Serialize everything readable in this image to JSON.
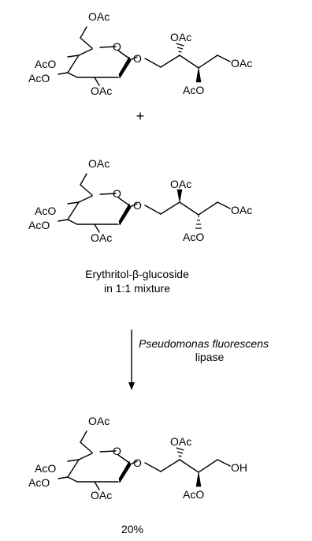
{
  "molecules": [
    {
      "labels": {
        "oac_ch2": "OAc",
        "ring_o": "O",
        "aco_c4": "AcO",
        "aco_c3": "AcO",
        "oac_c2": "OAc",
        "glyc_o": "O",
        "oac_c2p": "OAc",
        "oac_c4p": "OAc",
        "aco_c3p": "AcO"
      }
    },
    {
      "labels": {
        "oac_ch2": "OAc",
        "ring_o": "O",
        "aco_c4": "AcO",
        "aco_c3": "AcO",
        "oac_c2": "OAc",
        "glyc_o": "O",
        "oac_c2p": "OAc",
        "oac_c4p": "OAc",
        "aco_c3p": "AcO"
      }
    },
    {
      "labels": {
        "oac_ch2": "OAc",
        "ring_o": "O",
        "aco_c4": "AcO",
        "aco_c3": "AcO",
        "oac_c2": "OAc",
        "glyc_o": "O",
        "oac_c2p": "OAc",
        "oac_c4p": "OH",
        "aco_c3p": "AcO"
      }
    }
  ],
  "plus_sign": "+",
  "mixture_caption": {
    "line1": "Erythritol-β-glucoside",
    "line2": "in 1:1 mixture"
  },
  "reaction": {
    "catalyst": "Pseudomonas fluorescens",
    "catalyst_type": "lipase"
  },
  "yield": "20%"
}
